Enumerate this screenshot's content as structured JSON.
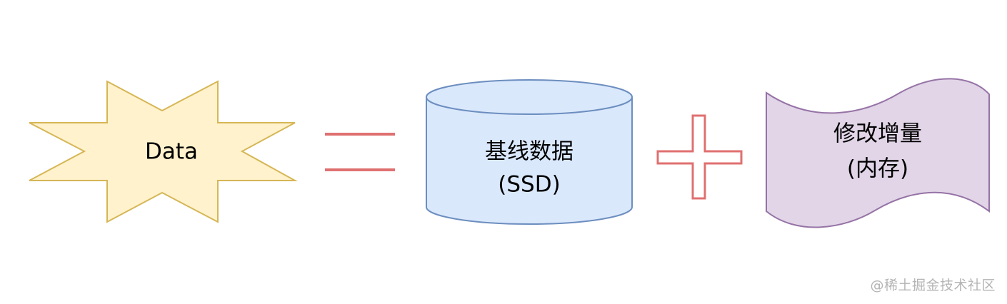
{
  "diagram": {
    "nodes": {
      "data": {
        "label": "Data",
        "fill": "#fff2cc",
        "stroke": "#d6b656"
      },
      "baseline": {
        "line1": "基线数据",
        "line2": "(SSD)",
        "fill": "#dae8fc",
        "stroke": "#6c8ebf"
      },
      "delta": {
        "line1": "修改增量",
        "line2": "(内存)",
        "fill": "#e1d5e7",
        "stroke": "#9673a6"
      }
    },
    "operators": {
      "equals": {
        "symbol": "=",
        "color": "#e07070"
      },
      "plus": {
        "symbol": "+",
        "color": "#e07070"
      }
    }
  },
  "watermark": {
    "text": "@稀土掘金技术社区"
  }
}
